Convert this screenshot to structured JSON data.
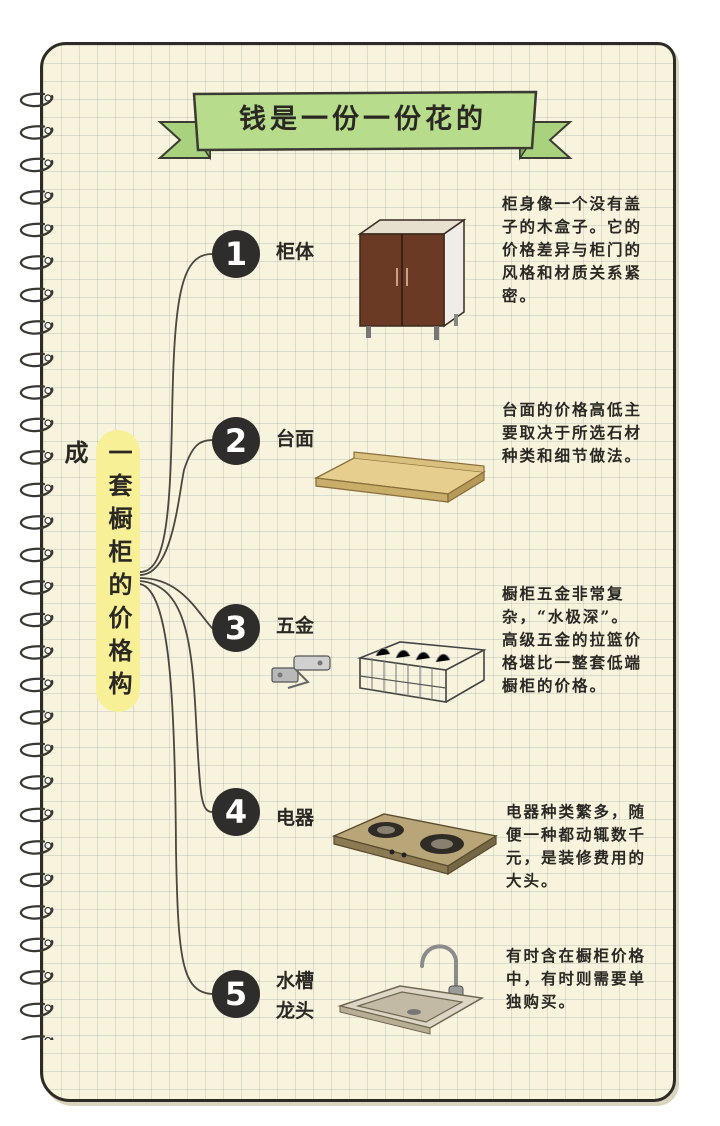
{
  "title": "钱是一份一份花的",
  "center_label": "一套橱柜的价格构成",
  "items": [
    {
      "number": "1",
      "name": "柜体",
      "description": "柜身像一个没有盖子的木盒子。它的价格差异与柜门的风格和材质关系紧密。",
      "image": "cabinet-box-illustration"
    },
    {
      "number": "2",
      "name": "台面",
      "description": "台面的价格高低主要取决于所选石材种类和细节做法。",
      "image": "countertop-slab-illustration"
    },
    {
      "number": "3",
      "name": "五金",
      "description": "橱柜五金非常复杂，“水极深”。高级五金的拉篮价格堪比一整套低端橱柜的价格。",
      "image": "hinge-and-basket-illustration"
    },
    {
      "number": "4",
      "name": "电器",
      "description": "电器种类繁多，随便一种都动辄数千元，是装修费用的大头。",
      "image": "gas-stove-illustration"
    },
    {
      "number": "5",
      "name": "水槽龙头",
      "description": "有时含在橱柜价格中，有时则需要单独购买。",
      "image": "sink-faucet-illustration"
    }
  ],
  "colors": {
    "paper": "#f7f3dc",
    "banner": "#b6dc8c",
    "banner_dark": "#8fbf6a",
    "highlight": "#f8f096",
    "ink": "#2b2824",
    "circle": "#2f2d2b",
    "wood": "#6b3a24"
  }
}
